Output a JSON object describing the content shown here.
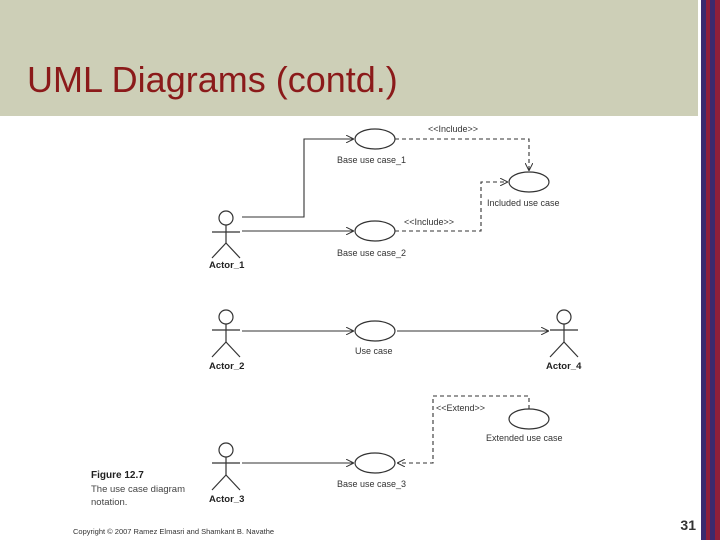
{
  "slide": {
    "title": "UML Diagrams (contd.)",
    "footer": "Copyright © 2007 Ramez Elmasri and Shamkant B. Navathe",
    "slide_number": "31"
  },
  "diagram": {
    "actors": [
      "Actor_1",
      "Actor_2",
      "Actor_3",
      "Actor_4"
    ],
    "use_cases": {
      "base_1": "Base use case_1",
      "included": "Included use case",
      "base_2": "Base use case_2",
      "use_case": "Use case",
      "extended": "Extended use case",
      "base_3": "Base use case_3"
    },
    "stereotypes": {
      "include_1": "<<Include>>",
      "include_2": "<<Include>>",
      "extend": "<<Extend>>"
    },
    "caption": {
      "figure": "Figure 12.7",
      "lines": [
        "The use case diagram",
        "notation."
      ]
    }
  }
}
